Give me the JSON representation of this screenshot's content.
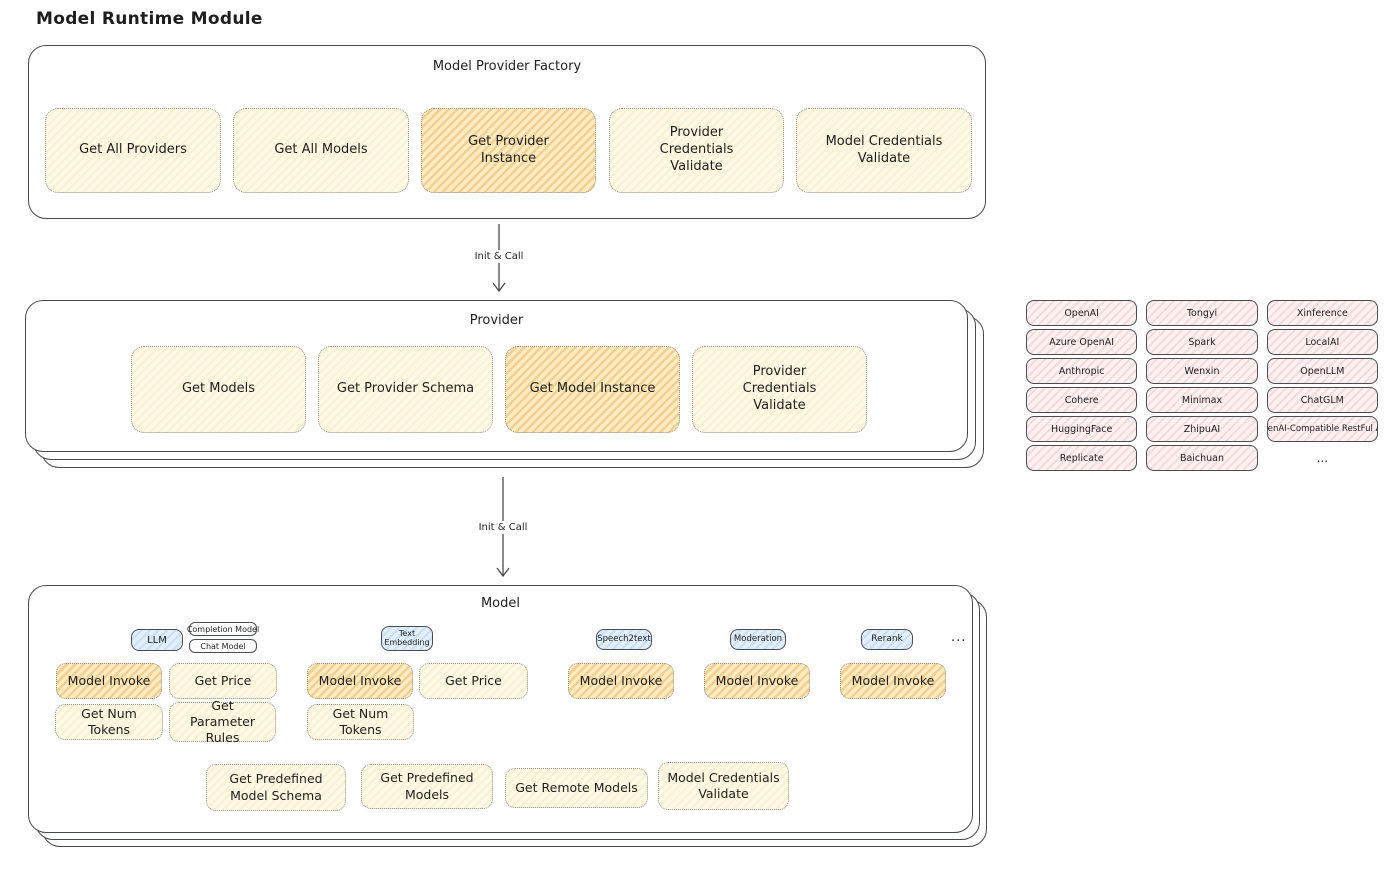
{
  "title": "Model Runtime Module",
  "arrows": {
    "label": "Init & Call"
  },
  "factory": {
    "title": "Model Provider Factory",
    "buttons": [
      "Get All Providers",
      "Get All Models",
      "Get Provider Instance",
      "Provider Credentials Validate",
      "Model Credentials Validate"
    ]
  },
  "provider": {
    "title": "Provider",
    "buttons": [
      "Get Models",
      "Get Provider Schema",
      "Get Model Instance",
      "Provider Credentials Validate"
    ]
  },
  "vendors": {
    "items": [
      "OpenAI",
      "Tongyi",
      "Xinference",
      "Azure OpenAI",
      "Spark",
      "LocalAI",
      "Anthropic",
      "Wenxin",
      "OpenLLM",
      "Cohere",
      "Minimax",
      "ChatGLM",
      "HuggingFace",
      "ZhipuAI",
      "OpenAI-Compatible RestFul API",
      "Replicate",
      "Baichuan"
    ],
    "more": "..."
  },
  "model": {
    "title": "Model",
    "tags": {
      "llm": "LLM",
      "completion": "Completion Model",
      "chat": "Chat Model",
      "text_embedding": "Text Embedding",
      "speech2text": "Speech2text",
      "moderation": "Moderation",
      "rerank": "Rerank",
      "more": "..."
    },
    "llm": {
      "invoke": "Model Invoke",
      "price": "Get Price",
      "tokens": "Get Num Tokens",
      "rules": "Get Parameter Rules"
    },
    "embedding": {
      "invoke": "Model Invoke",
      "price": "Get Price",
      "tokens": "Get Num Tokens"
    },
    "speech2text": {
      "invoke": "Model Invoke"
    },
    "moderation": {
      "invoke": "Model Invoke"
    },
    "rerank": {
      "invoke": "Model Invoke"
    },
    "common": [
      "Get Predefined Model Schema",
      "Get Predefined Models",
      "Get Remote Models",
      "Model Credentials Validate"
    ]
  }
}
